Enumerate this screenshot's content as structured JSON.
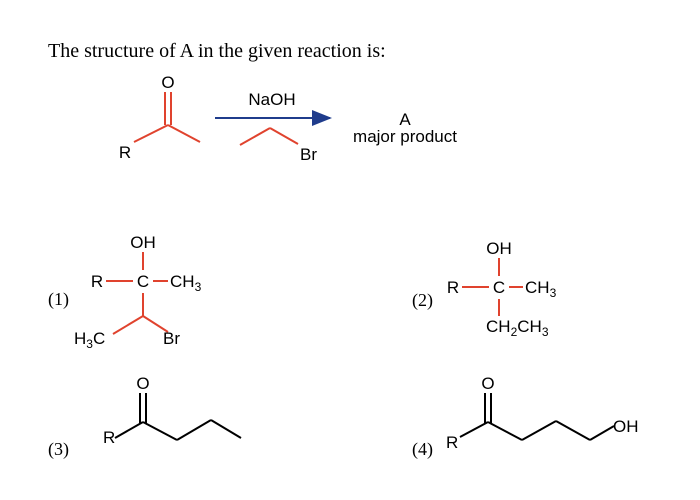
{
  "question": "The structure of A in the  given reaction is:",
  "colors": {
    "bond": "#e0432e",
    "text": "#000000",
    "arrow": "#1f3c8c"
  },
  "reaction": {
    "reactant": {
      "carbonyl_o": "O",
      "r_group": "R"
    },
    "reagent_above": "NaOH",
    "reagent_below": {
      "halide": "Br"
    },
    "product_label": "A",
    "product_note": "major product"
  },
  "options": [
    {
      "number": "(1)",
      "oh": "OH",
      "r": "R",
      "c": "C",
      "ch": "CH",
      "ch_sub": "3",
      "h3c_h": "H",
      "h3c_sub": "3",
      "h3c_c": "C",
      "br": "Br"
    },
    {
      "number": "(2)",
      "oh": "OH",
      "r": "R",
      "c": "C",
      "ch": "CH",
      "ch_sub": "3",
      "ch2_a": "CH",
      "ch2_sub": "2",
      "ch2_b": "CH",
      "ch2_sub2": "3"
    },
    {
      "number": "(3)",
      "o": "O",
      "r": "R"
    },
    {
      "number": "(4)",
      "o": "O",
      "r": "R",
      "oh": "OH"
    }
  ]
}
